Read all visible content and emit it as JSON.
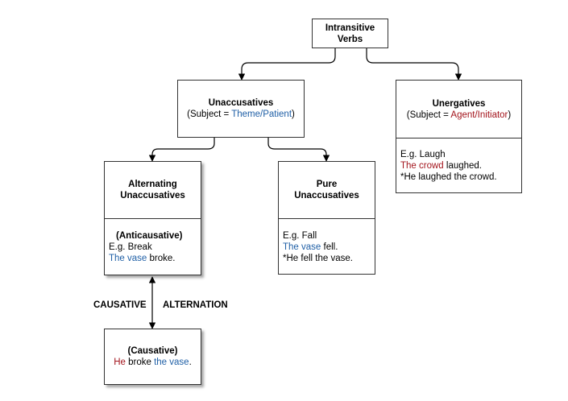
{
  "root": {
    "line1": "Intransitive",
    "line2": "Verbs"
  },
  "unaccusatives": {
    "title": "Unaccusatives",
    "subject_prefix": "(Subject = ",
    "subject_role": "Theme/Patient",
    "subject_suffix": ")"
  },
  "unergatives": {
    "title": "Unergatives",
    "subject_prefix": "(Subject = ",
    "subject_role": "Agent/Initiator",
    "subject_suffix": ")",
    "example_label": "E.g. Laugh",
    "ex1_colored": "The crowd",
    "ex1_rest": " laughed.",
    "ex2": "*He laughed the crowd."
  },
  "alternating": {
    "title_line1": "Alternating",
    "title_line2": "Unaccusatives",
    "subtitle": "(Anticausative)",
    "example_label": "E.g. Break",
    "ex1_colored": "The vase",
    "ex1_rest": " broke."
  },
  "pure": {
    "title_line1": "Pure",
    "title_line2": "Unaccusatives",
    "example_label": "E.g. Fall",
    "ex1_colored": "The vase",
    "ex1_rest": " fell.",
    "ex2": "*He fell the vase."
  },
  "causative": {
    "title": "(Causative)",
    "subject": "He",
    "verb": " broke ",
    "object": "the vase",
    "end": "."
  },
  "labels": {
    "left": "CAUSATIVE",
    "right": "ALTERNATION"
  },
  "colors": {
    "agent": "#a3141c",
    "theme": "#1f5fa6",
    "border": "#333333"
  }
}
